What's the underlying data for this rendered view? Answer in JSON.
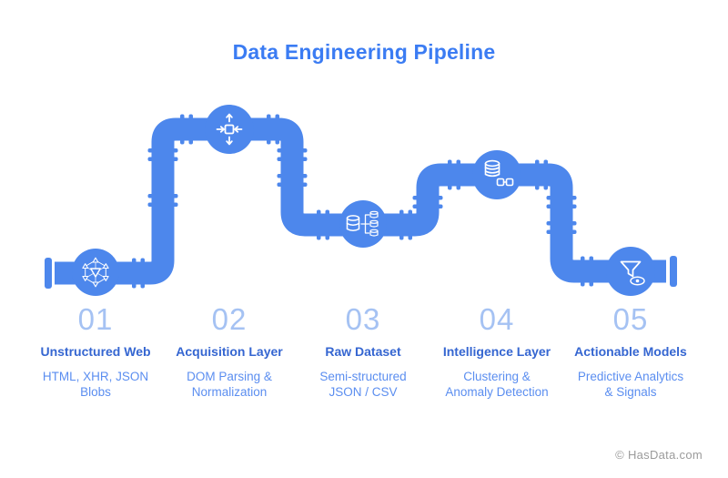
{
  "title": "Data Engineering Pipeline",
  "colors": {
    "pipe_blue": "#4d87ec",
    "title_blue": "#3b7cf3",
    "stage_title_blue": "#3566d1",
    "stage_subtitle_blue": "#5b8ef0",
    "stage_number_blue": "#a5c2f3",
    "footer_gray": "#9b9b9b",
    "background": "#ffffff"
  },
  "stages": [
    {
      "number": "01",
      "title": "Unstructured Web",
      "subtitle": "HTML, XHR, JSON\nBlobs",
      "icon": "web-graph-icon"
    },
    {
      "number": "02",
      "title": "Acquisition Layer",
      "subtitle": "DOM Parsing &\nNormalization",
      "icon": "converge-arrows-icon"
    },
    {
      "number": "03",
      "title": "Raw Dataset",
      "subtitle": "Semi-structured\nJSON / CSV",
      "icon": "database-branch-icon"
    },
    {
      "number": "04",
      "title": "Intelligence Layer",
      "subtitle": "Clustering &\nAnomaly Detection",
      "icon": "database-objects-icon"
    },
    {
      "number": "05",
      "title": "Actionable Models",
      "subtitle": "Predictive Analytics\n& Signals",
      "icon": "funnel-eye-icon"
    }
  ],
  "footer": {
    "copyright": "© HasData.com"
  }
}
